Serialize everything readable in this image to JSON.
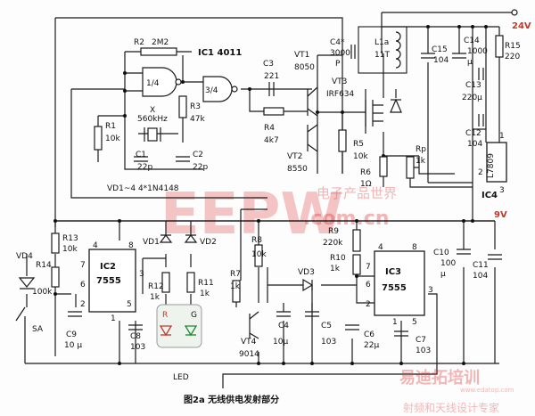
{
  "title": "图2a  无线供电发射部分",
  "watermarks": {
    "main": "EEPW",
    "cn": "电子产品世界",
    "url": ".com.cn",
    "corner_logo": "易迪拓培训",
    "corner_sub": "射频和天线设计专家",
    "corner_url": "www.edatop.com"
  },
  "supply": {
    "v24": "24V",
    "v9": "9V"
  },
  "ic1": {
    "name": "IC1 4011",
    "g1": "1/4",
    "g2": "3/4"
  },
  "ic2": {
    "name": "IC2",
    "part": "7555",
    "pins": [
      "4",
      "8",
      "7",
      "6",
      "2",
      "1",
      "5",
      "3"
    ]
  },
  "ic3": {
    "name": "IC3",
    "part": "7555",
    "pins": [
      "4",
      "8",
      "7",
      "6",
      "2",
      "1",
      "5",
      "3"
    ]
  },
  "ic4": {
    "name": "IC4",
    "part": "L7809",
    "pins": [
      "1",
      "2",
      "3"
    ]
  },
  "components": {
    "R1": [
      "R1",
      "10k"
    ],
    "R2": [
      "R2",
      "2M2"
    ],
    "R3": [
      "R3",
      "47k"
    ],
    "R4": [
      "R4",
      "4k7"
    ],
    "R5": [
      "R5",
      "10k"
    ],
    "R6": [
      "R6",
      "1Ω"
    ],
    "Rp": [
      "Rp",
      "1k"
    ],
    "R7": [
      "R7",
      "1k"
    ],
    "R8": [
      "R8",
      "10k"
    ],
    "R9": [
      "R9",
      "220k"
    ],
    "R10": [
      "R10",
      "1k"
    ],
    "R11": [
      "R11",
      "1k"
    ],
    "R12": [
      "R12",
      "1k"
    ],
    "R13": [
      "R13",
      "10k"
    ],
    "R14": [
      "R14",
      "100k"
    ],
    "R15": [
      "R15",
      "220"
    ],
    "C1": [
      "C1",
      "22p"
    ],
    "C2": [
      "C2",
      "22p"
    ],
    "C3": [
      "C3",
      "221"
    ],
    "C4": [
      "C4*",
      "3000",
      "P"
    ],
    "C4b": [
      "C4",
      "10μ"
    ],
    "C5": [
      "C5",
      "103"
    ],
    "C6": [
      "C6",
      "22μ"
    ],
    "C7": [
      "C7",
      "103"
    ],
    "C8": [
      "C8",
      "103"
    ],
    "C9": [
      "C9",
      "10 μ"
    ],
    "C10": [
      "C10",
      "100",
      "μ"
    ],
    "C11": [
      "C11",
      "104"
    ],
    "C12": [
      "C12",
      "104"
    ],
    "C13": [
      "C13",
      "220μ"
    ],
    "C14": [
      "C14",
      "1000",
      "μ"
    ],
    "C15": [
      "C15",
      "104"
    ],
    "X": [
      "X",
      "560kHz"
    ],
    "L1a": [
      "L1a",
      "11T"
    ],
    "VT1": [
      "VT1",
      "8050"
    ],
    "VT2": [
      "VT2",
      "8550"
    ],
    "VT3": [
      "VT3",
      "IRF634"
    ],
    "VT4": [
      "VT4",
      "9014"
    ],
    "VD1": "VD1",
    "VD2": "VD2",
    "VD3": "VD3",
    "VD4": "VD4",
    "VDnote": "VD1~4 4*1N4148",
    "SA": "SA",
    "LED": "LED",
    "led_r": "R",
    "led_g": "G"
  }
}
